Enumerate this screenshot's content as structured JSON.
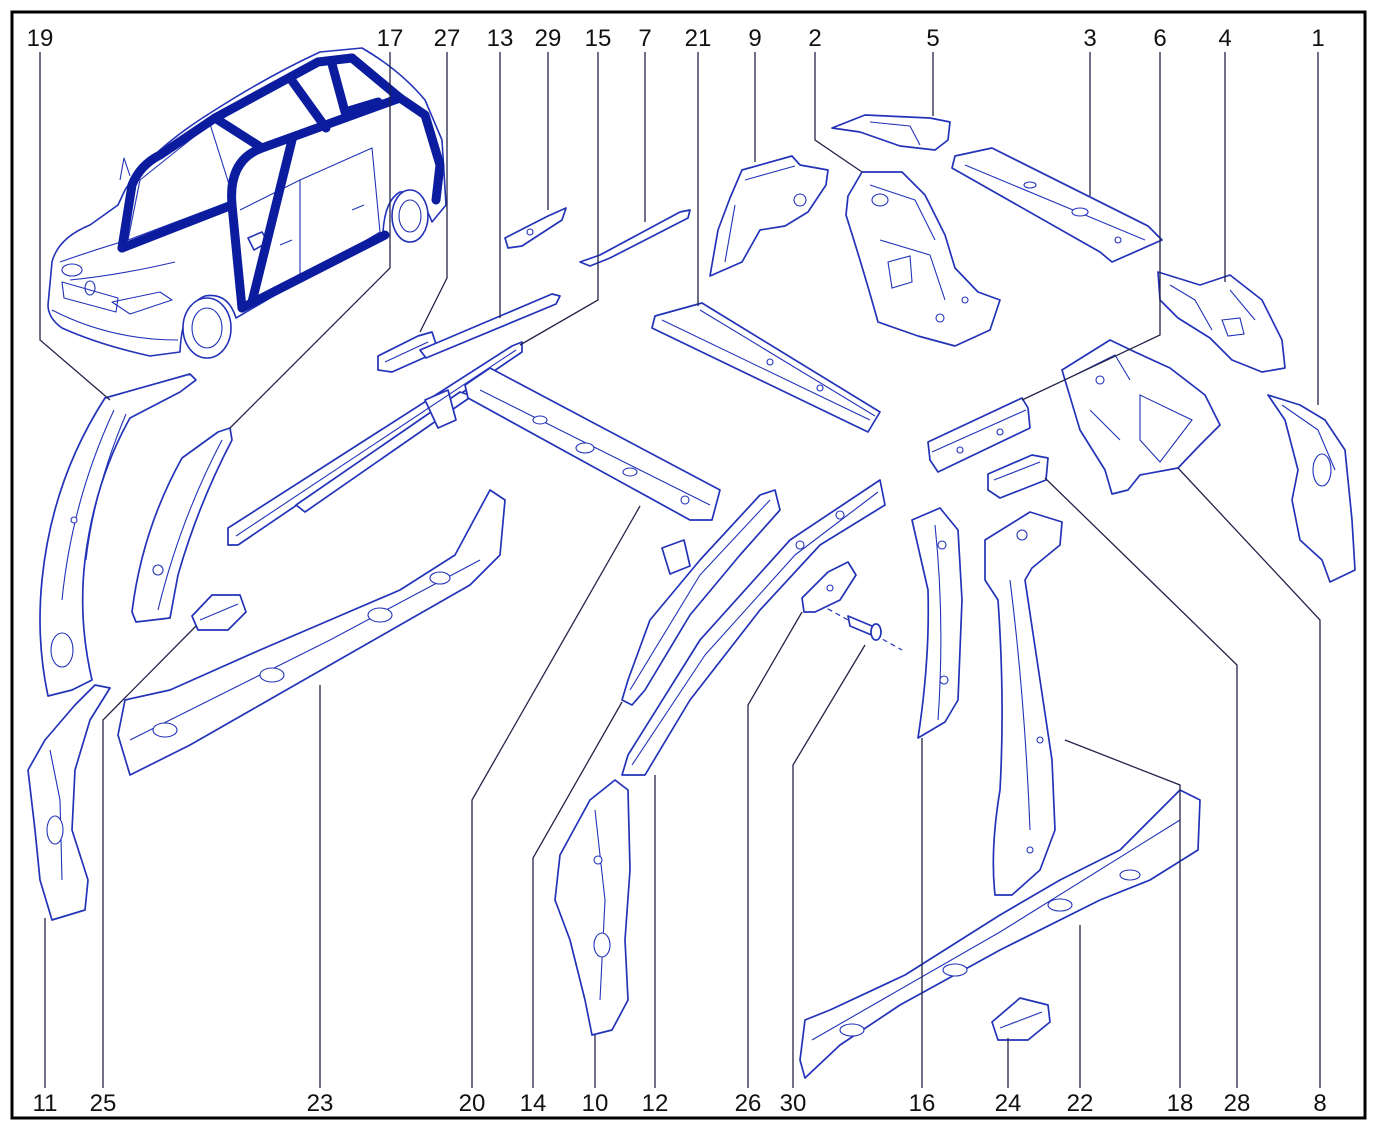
{
  "diagram": {
    "colors": {
      "part_line": "#2233b8",
      "highlight": "#0b1c9e",
      "leader_line": "#23234a",
      "frame": "#000000",
      "label": "#111111"
    }
  },
  "callouts": {
    "top": [
      "19",
      "17",
      "27",
      "13",
      "29",
      "15",
      "7",
      "21",
      "9",
      "2",
      "5",
      "3",
      "6",
      "4",
      "1"
    ],
    "bottom": [
      "11",
      "25",
      "23",
      "20",
      "14",
      "10",
      "12",
      "26",
      "30",
      "16",
      "24",
      "22",
      "18",
      "28",
      "8"
    ]
  }
}
